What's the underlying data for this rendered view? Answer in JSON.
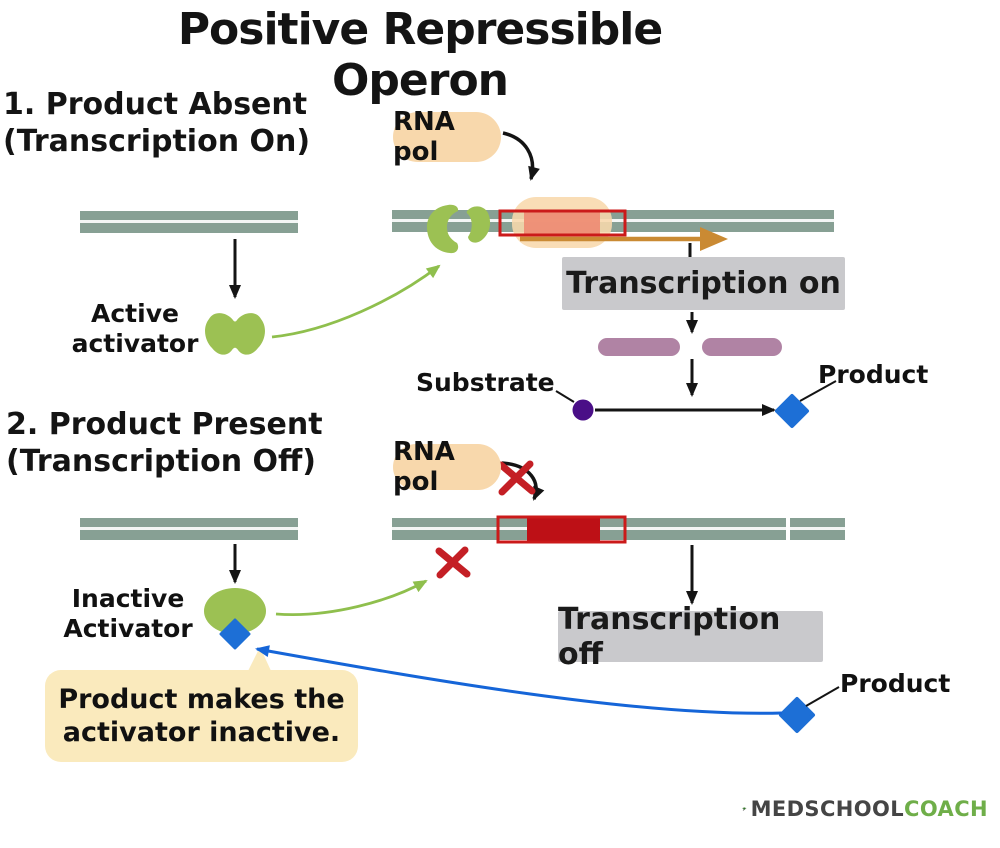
{
  "title": "Positive Repressible Operon",
  "section1": {
    "heading_line1": "1. Product Absent",
    "heading_line2": "(Transcription On)",
    "rna_pol_label": "RNA pol",
    "activator_label_line1": "Active",
    "activator_label_line2": "activator",
    "transcription_status": "Transcription on",
    "substrate_label": "Substrate",
    "product_label": "Product"
  },
  "section2": {
    "heading_line1": "2. Product Present",
    "heading_line2": "(Transcription Off)",
    "rna_pol_label": "RNA pol",
    "activator_label_line1": "Inactive",
    "activator_label_line2": "Activator",
    "transcription_status": "Transcription off",
    "product_label": "Product",
    "callout_line1": "Product makes the",
    "callout_line2": "activator inactive."
  },
  "logo": {
    "text_primary": "MEDSCHOOL",
    "text_secondary": "COACH"
  },
  "colors": {
    "dna_strand": "#87a094",
    "activator_green": "#9cc153",
    "rna_pol_peach": "#f8d8ac",
    "gene_active_fill": "#ee8d75",
    "gene_inactive_fill": "#bd1016",
    "gene_outline_red": "#cb1a1a",
    "status_box_gray": "#c9c9cc",
    "enzyme_purple": "#b083a4",
    "substrate_purple": "#4a0f87",
    "product_blue": "#1d6fd6",
    "callout_yellow": "#faeabd",
    "transcript_arrow_orange": "#ca8a33",
    "activation_arrow_green": "#8fbf4d",
    "feedback_arrow_blue": "#1565d8",
    "x_mark_red": "#c41f25",
    "logo_green": "#6fae49",
    "logo_dark": "#454545"
  }
}
